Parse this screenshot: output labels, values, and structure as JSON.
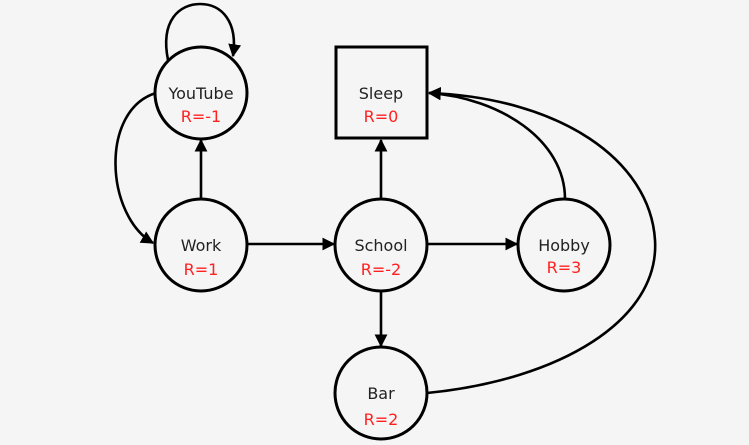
{
  "diagram": {
    "type": "state-transition-graph",
    "colors": {
      "background": "#f5f5f5",
      "stroke": "#000000",
      "label": "#222222",
      "reward": "#ff2020"
    },
    "nodes": [
      {
        "id": "youtube",
        "label": "YouTube",
        "reward": "R=-1",
        "shape": "circle",
        "terminal": false
      },
      {
        "id": "sleep",
        "label": "Sleep",
        "reward": "R=0",
        "shape": "square",
        "terminal": true
      },
      {
        "id": "work",
        "label": "Work",
        "reward": "R=1",
        "shape": "circle",
        "terminal": false
      },
      {
        "id": "school",
        "label": "School",
        "reward": "R=-2",
        "shape": "circle",
        "terminal": false
      },
      {
        "id": "hobby",
        "label": "Hobby",
        "reward": "R=3",
        "shape": "circle",
        "terminal": false
      },
      {
        "id": "bar",
        "label": "Bar",
        "reward": "R=2",
        "shape": "circle",
        "terminal": false
      }
    ],
    "edges": [
      {
        "from": "youtube",
        "to": "youtube"
      },
      {
        "from": "youtube",
        "to": "work"
      },
      {
        "from": "work",
        "to": "youtube"
      },
      {
        "from": "work",
        "to": "school"
      },
      {
        "from": "school",
        "to": "sleep"
      },
      {
        "from": "school",
        "to": "hobby"
      },
      {
        "from": "school",
        "to": "bar"
      },
      {
        "from": "hobby",
        "to": "sleep"
      },
      {
        "from": "bar",
        "to": "sleep"
      }
    ]
  }
}
